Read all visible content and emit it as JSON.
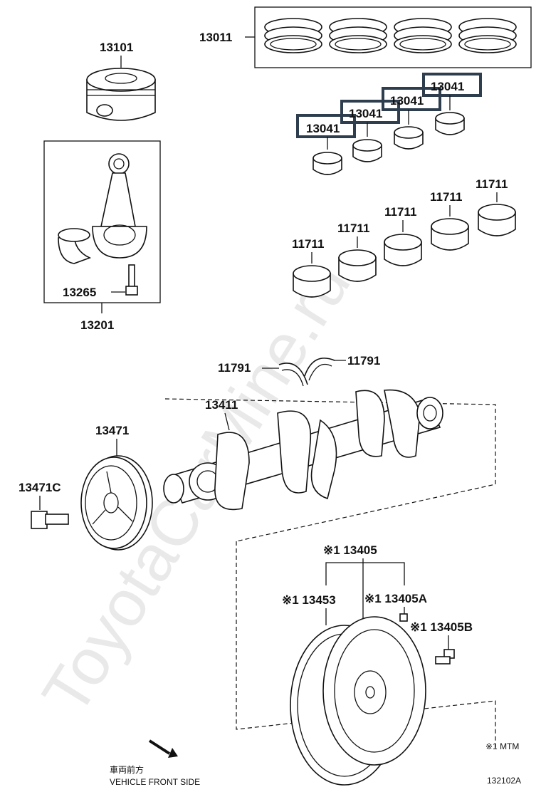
{
  "watermark": "ToyotaCarMine.ru",
  "parts": {
    "piston_rings": "13011",
    "piston": "13101",
    "connecting_rod_assy": "13201",
    "rod_bolt": "13265",
    "rod_bearing_1": "13041",
    "rod_bearing_2": "13041",
    "rod_bearing_3": "13041",
    "rod_bearing_4": "13041",
    "main_bearing_1": "11711",
    "main_bearing_2": "11711",
    "main_bearing_3": "11711",
    "main_bearing_4": "11711",
    "main_bearing_5": "11711",
    "thrust_washer_left": "11791",
    "thrust_washer_right": "11791",
    "crankshaft": "13411",
    "crank_pulley": "13471",
    "pulley_bolt": "13471C",
    "flywheel": "※1 13405",
    "ring_gear": "※1 13453",
    "flywheel_pin": "※1 13405A",
    "flywheel_bolt": "※1 13405B"
  },
  "notes": {
    "mtm_footnote": "※1 MTM",
    "direction_jp": "車両前方",
    "direction_en": "VEHICLE FRONT SIDE",
    "diagram_id": "132102A"
  },
  "highlight_color": "#2e3e4e"
}
